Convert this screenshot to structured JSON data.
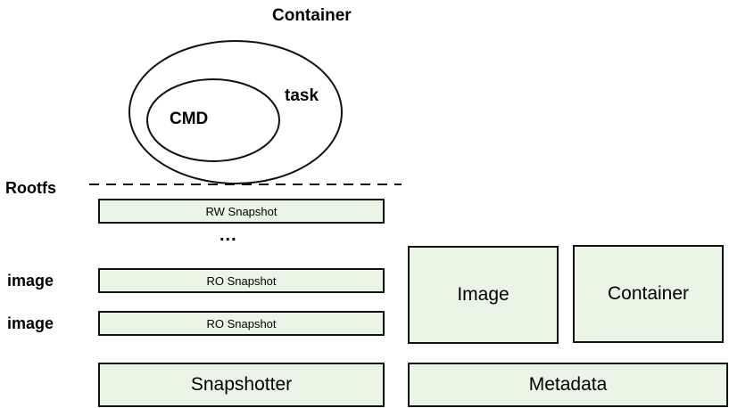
{
  "container_title": "Container",
  "task_label": "task",
  "cmd_label": "CMD",
  "rootfs_label": "Rootfs",
  "layers": {
    "rw_snapshot": "RW Snapshot",
    "ellipsis": "...",
    "ro_snapshot_1": "RO Snapshot",
    "ro_snapshot_2": "RO Snapshot",
    "image_label_1": "image",
    "image_label_2": "image"
  },
  "bottom": {
    "snapshotter": "Snapshotter",
    "metadata": "Metadata",
    "image": "Image",
    "container": "Container"
  },
  "colors": {
    "box_fill": "#ebf5e6",
    "stroke": "#111111"
  }
}
